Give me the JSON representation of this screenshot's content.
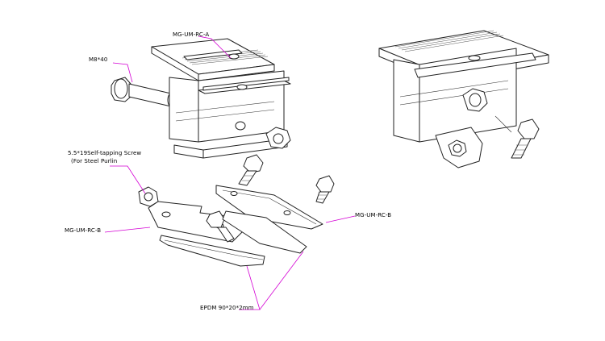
{
  "labels": {
    "clamp_a": "MG-UM-RC-A",
    "bolt": "M8*40",
    "screw_line1": "5.5*19Self-tapping Screw",
    "screw_line2": "(For Steel Purlin",
    "clamp_b_right": "MG-UM-RC-B",
    "clamp_b_left": "MG-UM-RC-B",
    "epdm": "EPDM 90*20*2mm"
  },
  "colors": {
    "leader_lines": "#d400d4",
    "line_art": "#222222",
    "background": "#ffffff"
  }
}
